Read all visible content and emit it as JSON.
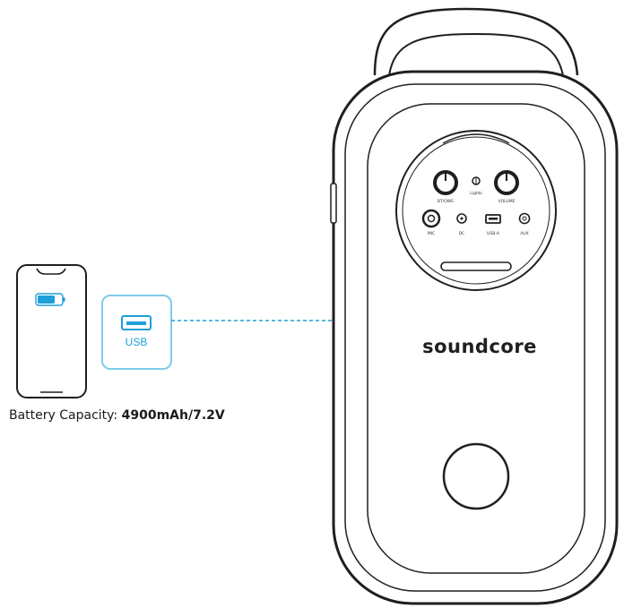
{
  "battery": {
    "label": "Battery Capacity:",
    "value": "4900mAh/7.2V"
  },
  "usb_badge": {
    "label": "USB"
  },
  "speaker": {
    "brand": "soundcore",
    "panel": {
      "knob_left_label": "BT/OWE",
      "knob_right_label": "VOLUME",
      "center_label": "Lights",
      "mic_label": "MIC",
      "dc_label": "DC",
      "usb_label": "USB-A",
      "aux_label": "AUX"
    }
  },
  "colors": {
    "accent": "#1e9fd9",
    "outline": "#1f1f1f",
    "battery_fill": "#1e9fd9"
  }
}
